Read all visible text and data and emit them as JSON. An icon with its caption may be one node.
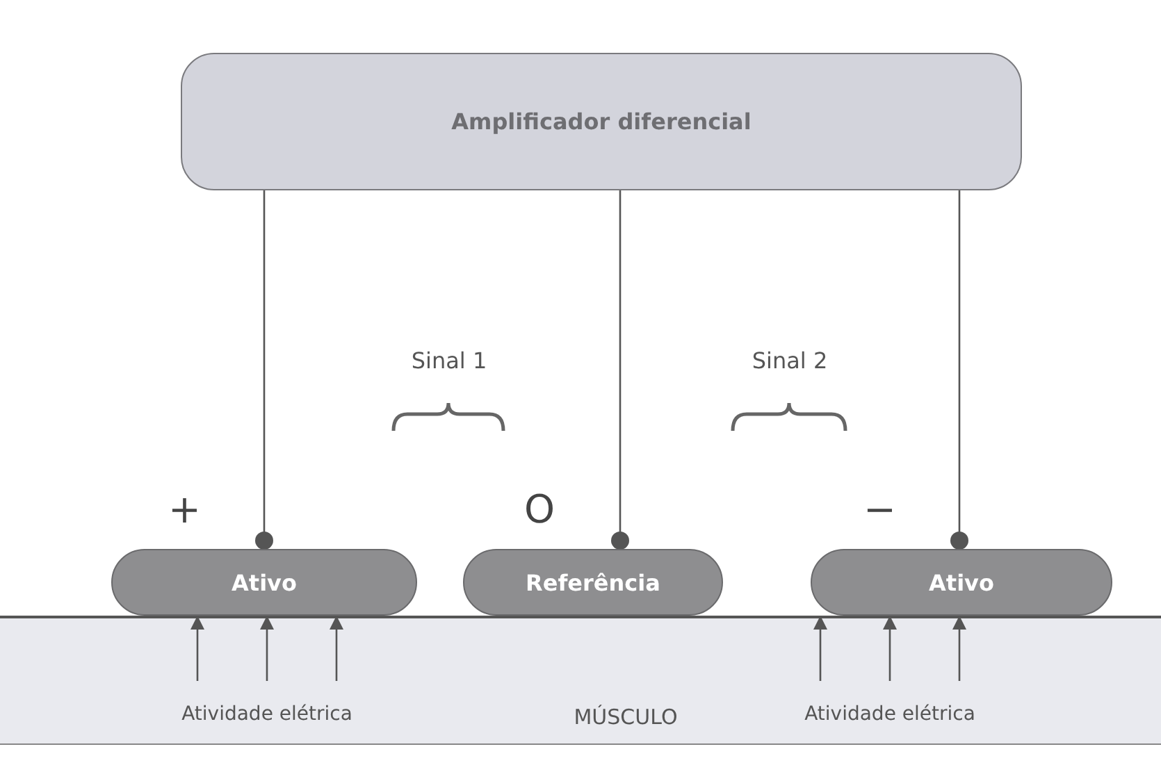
{
  "diagram": {
    "nodes": [
      {
        "text": [
          "Amplificador diferencial"
        ]
      },
      {
        "text": [
          "Ativo"
        ],
        "beside": [
          "+"
        ]
      },
      {
        "text": [
          "Referência"
        ],
        "beside": [
          "O"
        ]
      },
      {
        "text": [
          "Ativo"
        ],
        "beside": [
          "−"
        ]
      },
      {
        "text": [
          "MÚSCULO"
        ]
      },
      {
        "text": [
          "Atividade elétrica"
        ],
        "in": 4
      },
      {
        "text": [
          "Atividade elétrica"
        ],
        "in": 4
      }
    ],
    "edges": [
      {
        "from": 0,
        "to": 1,
        "arrow": "other"
      },
      {
        "from": 0,
        "to": 2,
        "arrow": "other"
      },
      {
        "from": 0,
        "to": 3,
        "arrow": "other"
      },
      {
        "from": 5,
        "to": 1,
        "arrow": "to"
      },
      {
        "from": 5,
        "to": 1,
        "arrow": "to"
      },
      {
        "from": 5,
        "to": 1,
        "arrow": "to"
      },
      {
        "from": 6,
        "to": 3,
        "arrow": "to"
      },
      {
        "from": 6,
        "to": 3,
        "arrow": "to"
      },
      {
        "from": 6,
        "to": 3,
        "arrow": "to"
      }
    ],
    "labels": [
      "Sinal 1",
      "Sinal 2"
    ]
  }
}
